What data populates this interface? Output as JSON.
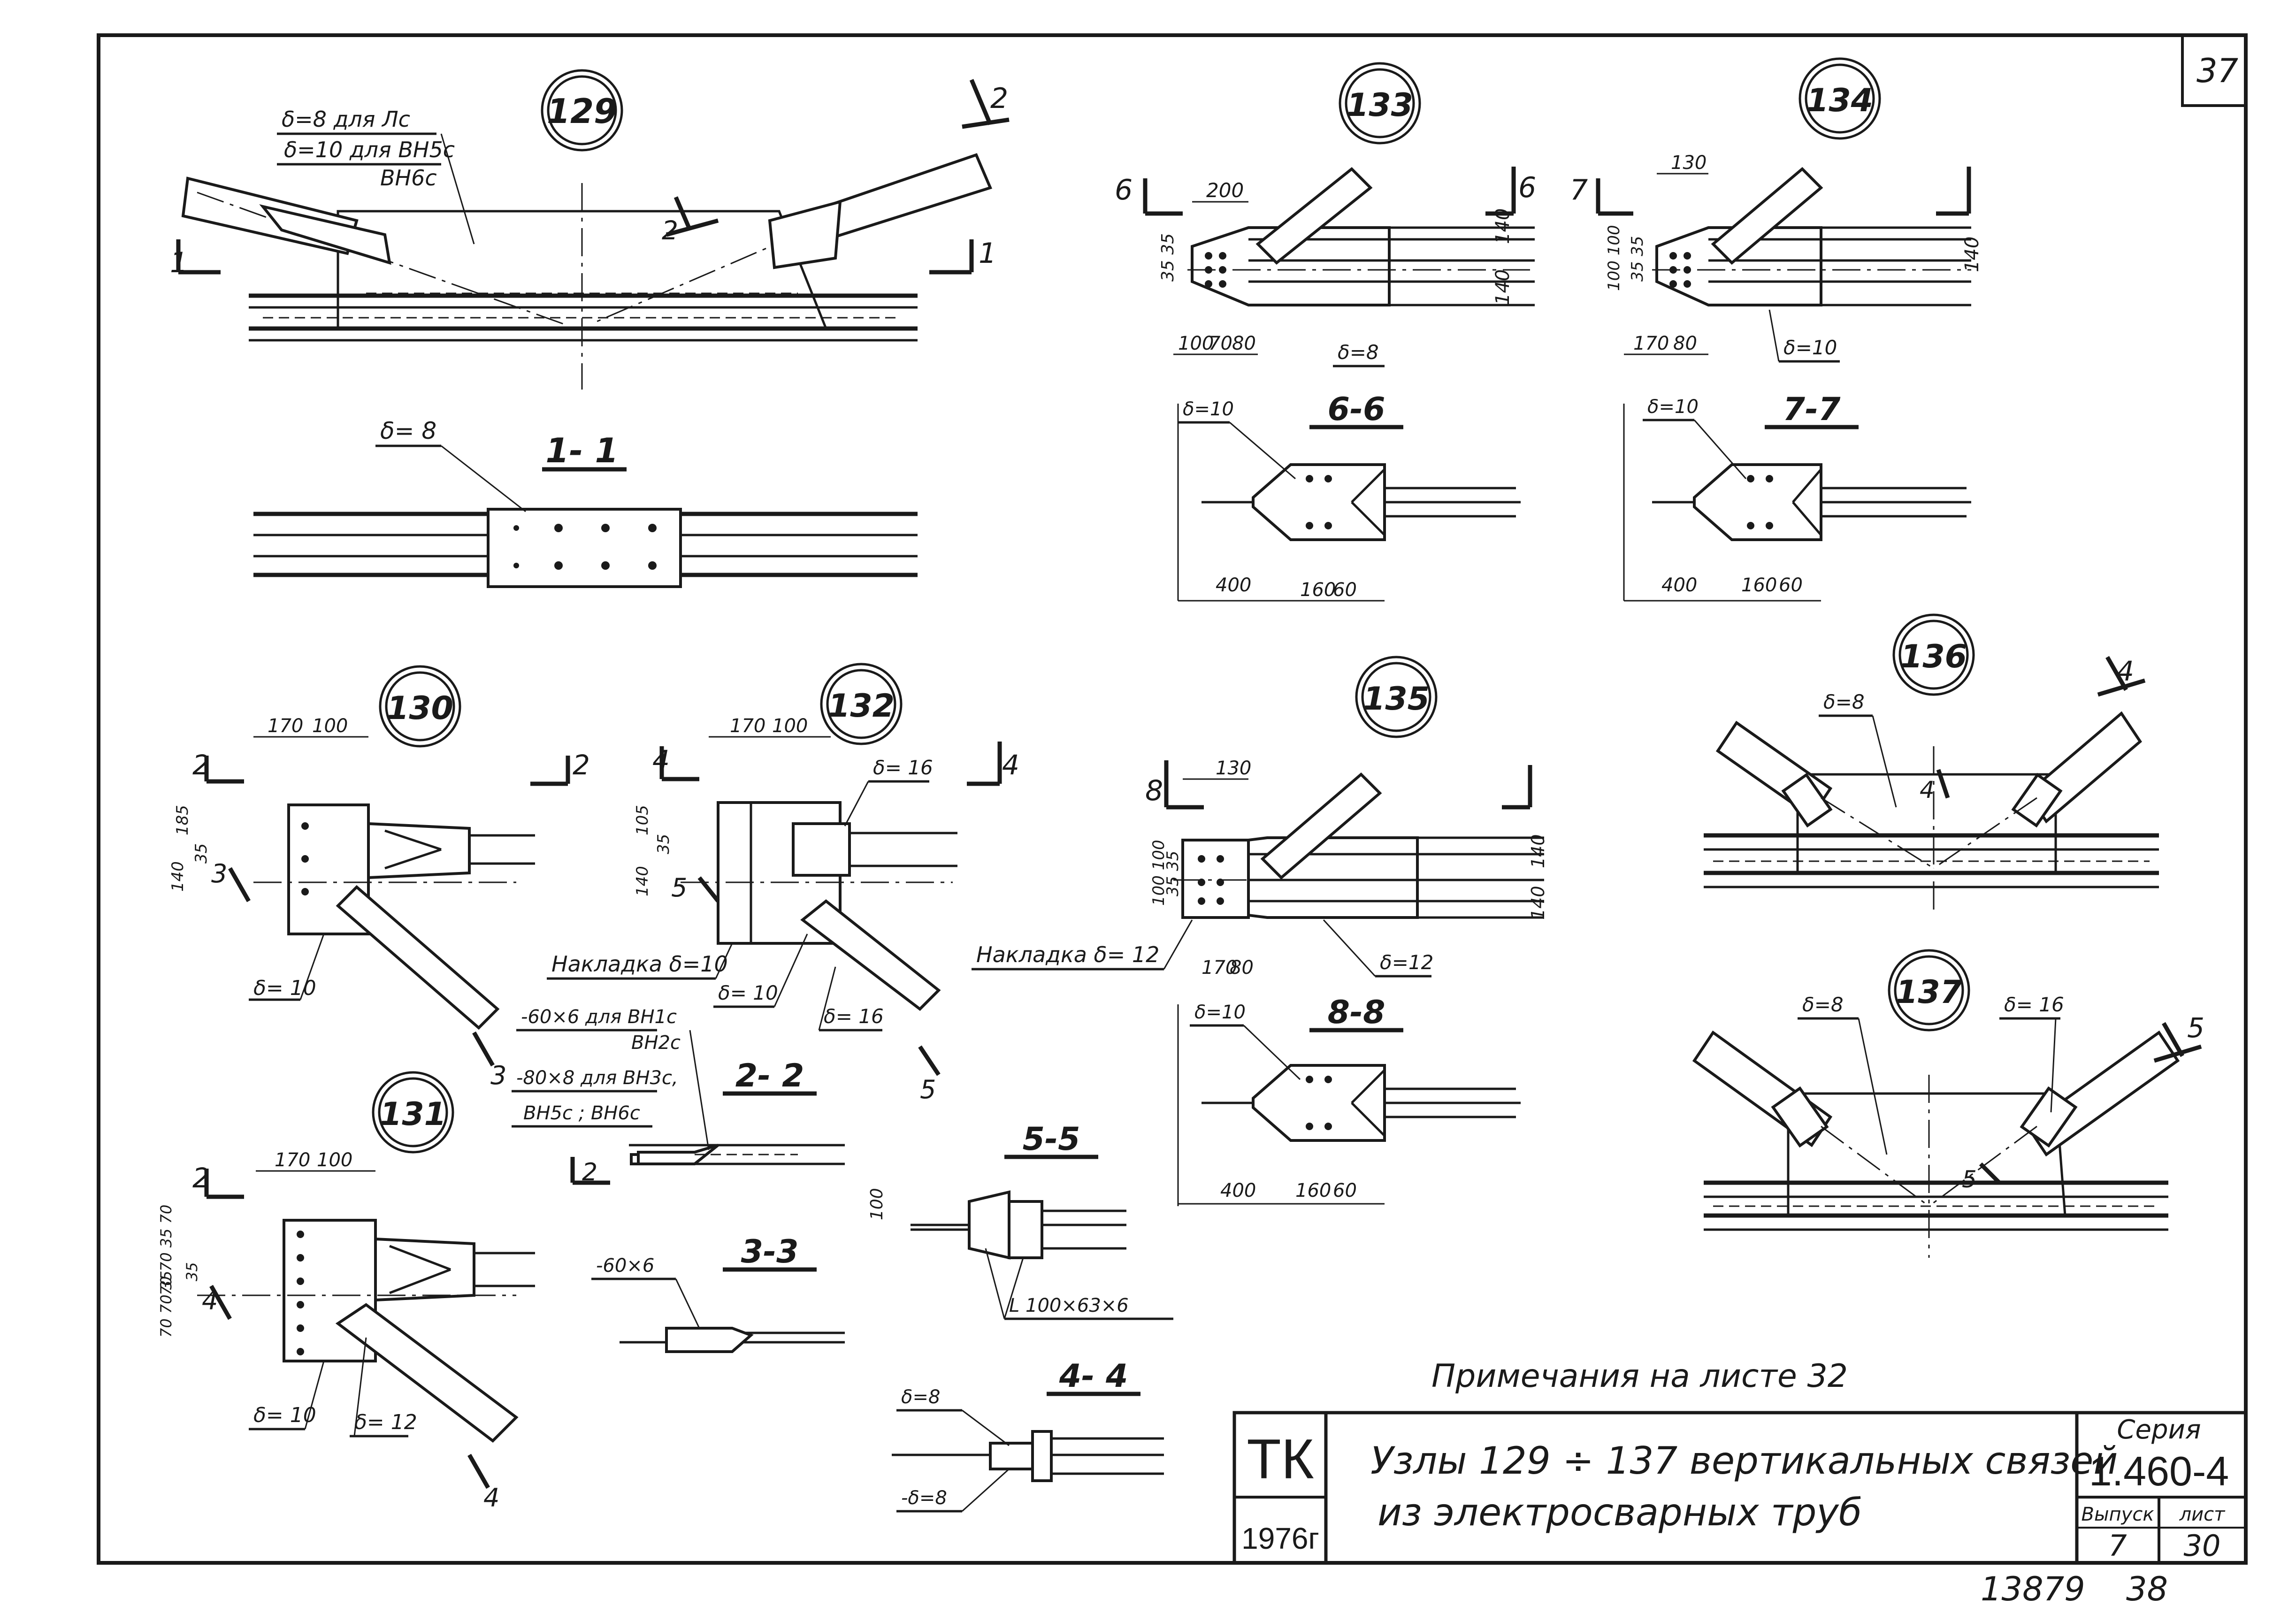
{
  "sheet": {
    "corner_number": "37",
    "bottom_note": "13879",
    "bottom_note2": "38",
    "notes": "Примечания на листе 32"
  },
  "title_block": {
    "org": "ТК",
    "year": "1976г",
    "title_line1": "Узлы 129 ÷ 137 вертикальных связей",
    "title_line2": "из электросварных труб",
    "series_label": "Серия",
    "series": "1.460-4",
    "issue_label": "Выпуск",
    "issue": "7",
    "sheet_label": "лист",
    "sheet": "30"
  },
  "nodes": {
    "n129": "129",
    "n130": "130",
    "n131": "131",
    "n132": "132",
    "n133": "133",
    "n134": "134",
    "n135": "135",
    "n136": "136",
    "n137": "137"
  },
  "sections": {
    "s11": "1- 1",
    "s22": "2- 2",
    "s33": "3-3",
    "s44": "4- 4",
    "s55": "5-5",
    "s66": "6-6",
    "s77": "7-7",
    "s88": "8-8"
  },
  "cut_marks": {
    "c1": "1",
    "c2": "2",
    "c3": "3",
    "c4": "4",
    "c5": "5",
    "c6": "6",
    "c7": "7",
    "c8": "8"
  },
  "labels": {
    "d8_lc": "δ=8 для Лс",
    "d10_vn5c": "δ=10 для ВН5с",
    "vn6c": "ВН6с",
    "d8": "δ= 8",
    "d8b": "δ=8",
    "d10": "δ=10",
    "d10b": "δ= 10",
    "d12": "δ=12",
    "d12b": "δ= 12",
    "d16": "δ= 16",
    "nakl10": "Накладка δ=10",
    "nakl12": "Накладка δ= 12",
    "m60x6_vn1c": "-60×6 для ВН1с",
    "vn2c": "ВН2с",
    "m80x8_vn3c": "-80×8 для ВН3с,",
    "vn5c_vn6c": "ВН5с ; ВН6с",
    "m60x6": "-60×6",
    "angle": "L 100×63×6",
    "md8": "-δ=8"
  },
  "dims": {
    "d200": "200",
    "d130": "130",
    "d100": "100",
    "d70": "70",
    "d80": "80",
    "d170": "170",
    "d140": "140",
    "d35": "35",
    "d400": "400",
    "d160": "160",
    "d60": "60",
    "d185": "185",
    "d105": "105",
    "d35_35": "35 35",
    "d100_100": "100 100",
    "d70_70_35_70": "70 70 35 70",
    "d70_70_35": "70 70 35"
  }
}
